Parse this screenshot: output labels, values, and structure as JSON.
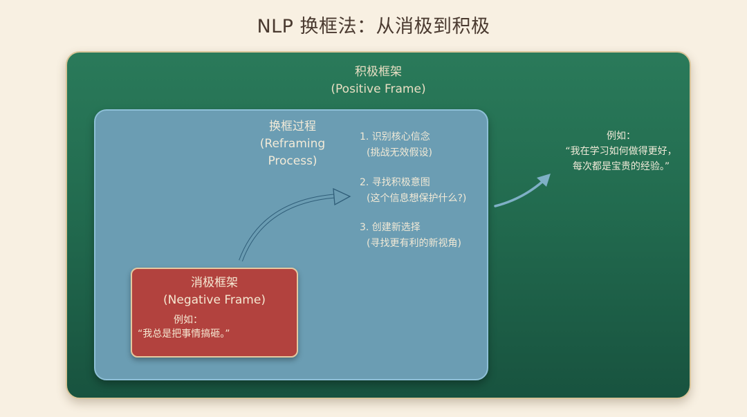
{
  "title": "NLP 换框法：从消极到积极",
  "positive_frame": {
    "label_cn": "积极框架",
    "label_en": "(Positive Frame)",
    "example_label": "例如：",
    "example_line1": "“我在学习如何做得更好，",
    "example_line2": "每次都是宝贵的经验。”"
  },
  "reframing_process": {
    "label_cn": "换框过程",
    "label_en": "(Reframing Process)",
    "steps": [
      {
        "title": "1. 识别核心信念",
        "detail": "(挑战无效假设)"
      },
      {
        "title": "2. 寻找积极意图",
        "detail": "(这个信息想保护什么?)"
      },
      {
        "title": "3. 创建新选择",
        "detail": "(寻找更有利的新视角)"
      }
    ]
  },
  "negative_frame": {
    "label_cn": "消极框架",
    "label_en": "(Negative Frame)",
    "example_label": "例如：",
    "example": "“我总是把事情搞砸。”"
  },
  "colors": {
    "background": "#f8f0e2",
    "positive_frame": "#226b4f",
    "reframing_process": "#6b9db3",
    "negative_frame": "#b2423e",
    "border": "#d9c59a"
  }
}
